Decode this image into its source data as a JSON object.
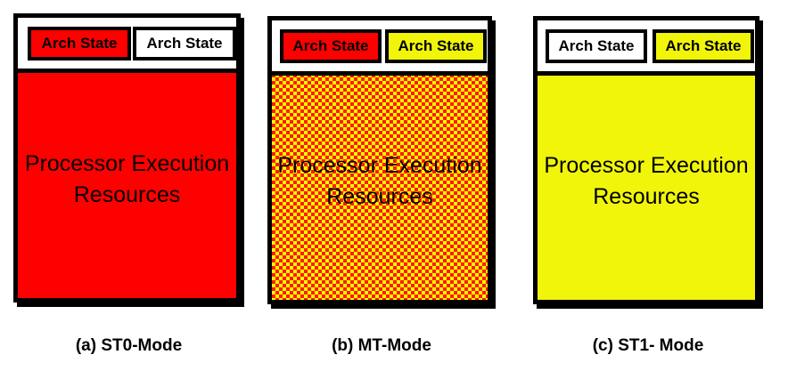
{
  "colors": {
    "red": "#ff0000",
    "yellow": "#f0f50a",
    "white": "#ffffff",
    "checker_red": "#ff1a00",
    "checker_yellow": "#ffff00"
  },
  "panels": [
    {
      "mode": "ST0",
      "states": [
        {
          "label": "Arch State",
          "fill": "red"
        },
        {
          "label": "Arch State",
          "fill": "white"
        }
      ],
      "body_line1": "Processor Execution",
      "body_line2": "Resources",
      "body_fill": "red",
      "caption": "(a) ST0-Mode"
    },
    {
      "mode": "MT",
      "states": [
        {
          "label": "Arch State",
          "fill": "red"
        },
        {
          "label": "Arch State",
          "fill": "yellow"
        }
      ],
      "body_line1": "Processor Execution",
      "body_line2": "Resources",
      "body_fill": "red-yellow checkerboard",
      "caption": "(b) MT-Mode"
    },
    {
      "mode": "ST1",
      "states": [
        {
          "label": "Arch State",
          "fill": "white"
        },
        {
          "label": "Arch State",
          "fill": "yellow"
        }
      ],
      "body_line1": "Processor Execution",
      "body_line2": "Resources",
      "body_fill": "yellow",
      "caption": "(c) ST1- Mode"
    }
  ]
}
